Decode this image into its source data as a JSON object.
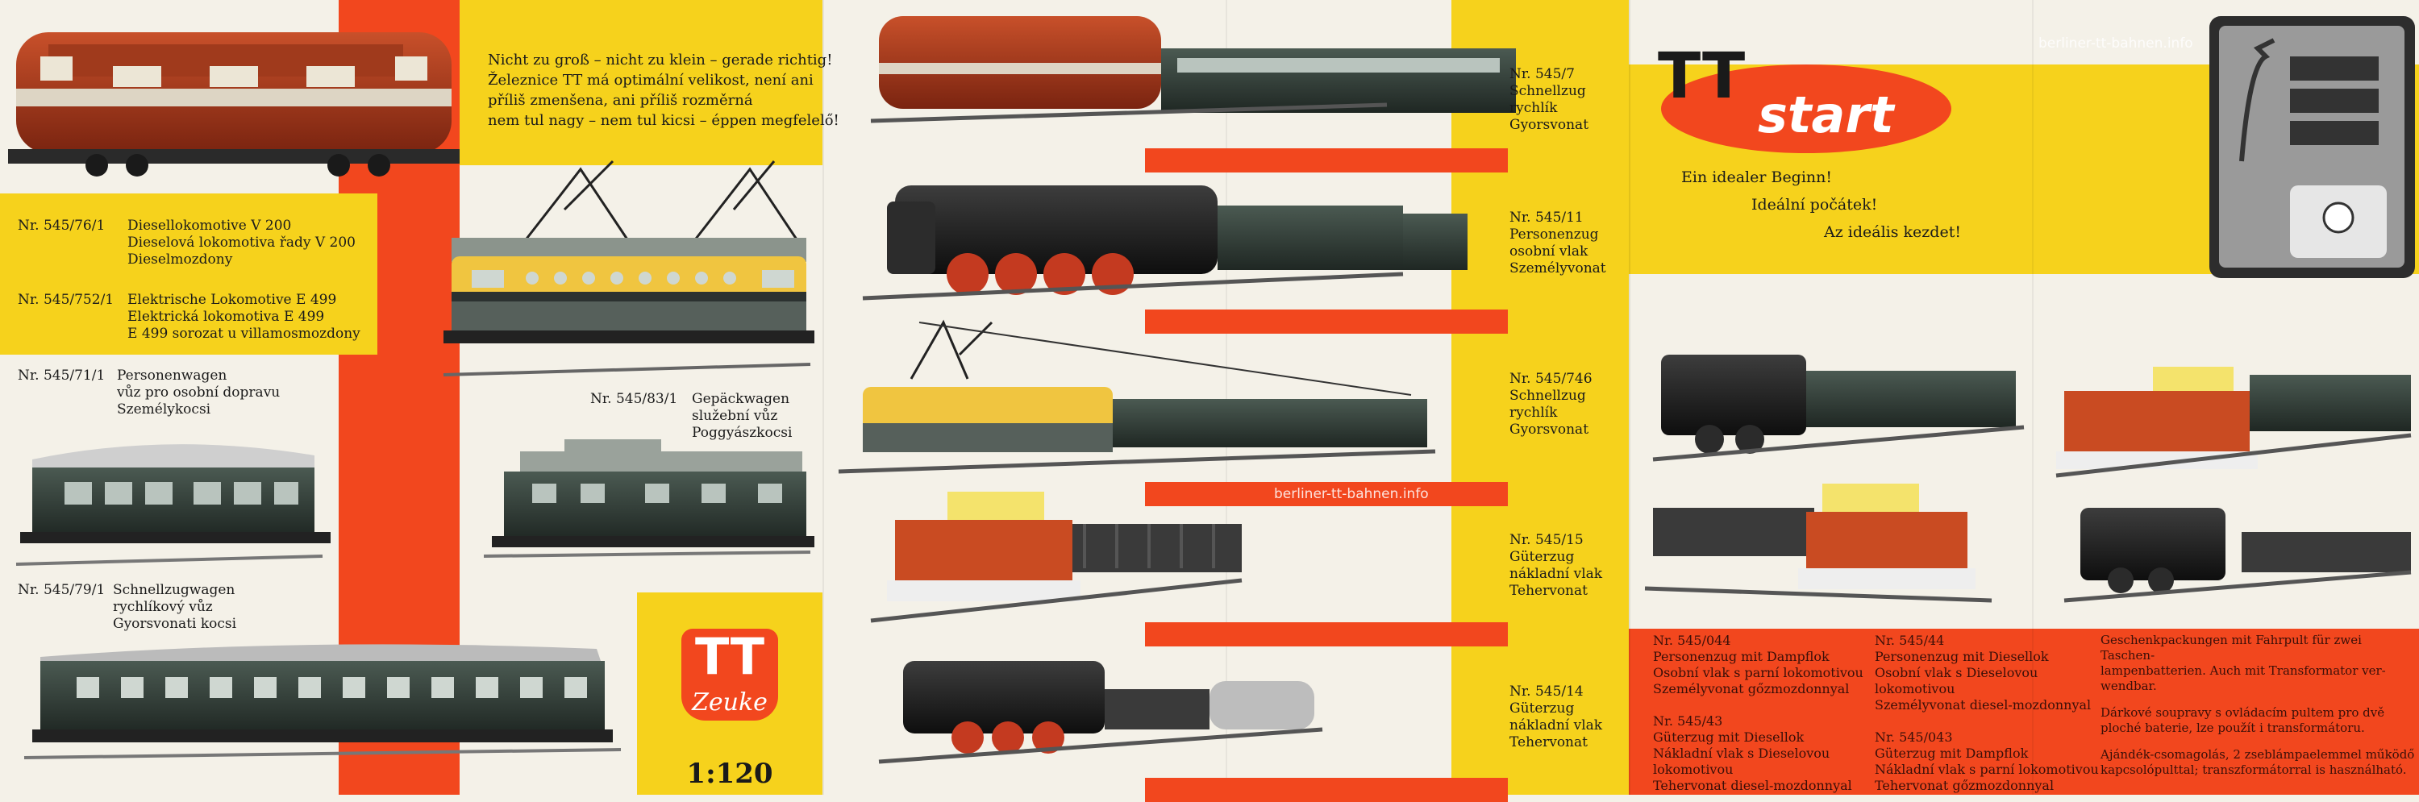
{
  "watermark": "berliner-tt-bahnen.info",
  "intro": {
    "line1": "Nicht zu groß – nicht zu klein – gerade richtig!",
    "line2": "Železnice TT má optimální velikost, není ani",
    "line3": "příliš zmenšena, ani příliš rozměrná",
    "line4": "nem tul nagy – nem tul kicsi – éppen megfelelő!"
  },
  "panel1": {
    "item1": {
      "nr": "Nr. 545/76/1",
      "l1": "Diesellokomotive V 200",
      "l2": "Dieselová lokomotiva řady V 200",
      "l3": "Dieselmozdony"
    },
    "item2": {
      "nr": "Nr. 545/752/1",
      "l1": "Elektrische Lokomotive E 499",
      "l2": "Elektrická lokomotiva E 499",
      "l3": "E 499 sorozat u villamosmozdony"
    },
    "item3": {
      "nr": "Nr. 545/71/1",
      "l1": "Personenwagen",
      "l2": "vůz pro osobní dopravu",
      "l3": "Személykocsi"
    },
    "item4": {
      "nr": "Nr. 545/83/1",
      "l1": "Gepäckwagen",
      "l2": "služební vůz",
      "l3": "Poggyászkocsi"
    },
    "item5": {
      "nr": "Nr. 545/79/1",
      "l1": "Schnellzugwagen",
      "l2": "rychlíkový vůz",
      "l3": "Gyorsvonati kocsi"
    }
  },
  "logo": {
    "tt": "TT",
    "brand": "Zeuke",
    "scale": "1:120"
  },
  "panel2": [
    {
      "nr": "Nr. 545/7",
      "l1": "Schnellzug",
      "l2": "rychlík",
      "l3": "Gyorsvonat"
    },
    {
      "nr": "Nr. 545/11",
      "l1": "Personenzug",
      "l2": "osobní vlak",
      "l3": "Személyvonat"
    },
    {
      "nr": "Nr. 545/746",
      "l1": "Schnellzug",
      "l2": "rychlík",
      "l3": "Gyorsvonat"
    },
    {
      "nr": "Nr. 545/15",
      "l1": "Güterzug",
      "l2": "nákladní vlak",
      "l3": "Tehervonat"
    },
    {
      "nr": "Nr. 545/14",
      "l1": "Güterzug",
      "l2": "nákladní vlak",
      "l3": "Tehervonat"
    }
  ],
  "start": {
    "tt": "TT",
    "word": "start",
    "tag1": "Ein idealer Beginn!",
    "tag2": "Ideální počátek!",
    "tag3": "Az ideális kezdet!"
  },
  "sets": {
    "a1": {
      "nr": "Nr. 545/044",
      "l1": "Personenzug mit Dampflok",
      "l2": "Osobní vlak s parní lokomotivou",
      "l3": "Személyvonat gőzmozdonnyal"
    },
    "a2": {
      "nr": "Nr. 545/43",
      "l1": "Güterzug mit Diesellok",
      "l2": "Nákladní vlak s Dieselovou",
      "l3": "lokomotivou",
      "l4": "Tehervonat diesel-mozdonnyal"
    },
    "b1": {
      "nr": "Nr. 545/44",
      "l1": "Personenzug mit Diesellok",
      "l2": "Osobní vlak s Dieselovou",
      "l3": "lokomotivou",
      "l4": "Személyvonat diesel-mozdonnyal"
    },
    "b2": {
      "nr": "Nr. 545/043",
      "l1": "Güterzug mit Dampflok",
      "l2": "Nákladní vlak s parní lokomotivou",
      "l3": "Tehervonat gőzmozdonnyal"
    },
    "c": {
      "de1": "Geschenkpackungen mit Fahrpult für zwei Taschen-",
      "de2": "lampenbatterien. Auch mit Transformator ver-",
      "de3": "wendbar.",
      "cz1": "Dárkové soupravy s ovládacím pultem pro dvě",
      "cz2": "ploché baterie, lze použít i transformátoru.",
      "hu1": "Ajándék-csomagolás, 2 zseblámpaelemmel működő",
      "hu2": "kapcsolópulttal; transzformátorral is használható."
    }
  }
}
